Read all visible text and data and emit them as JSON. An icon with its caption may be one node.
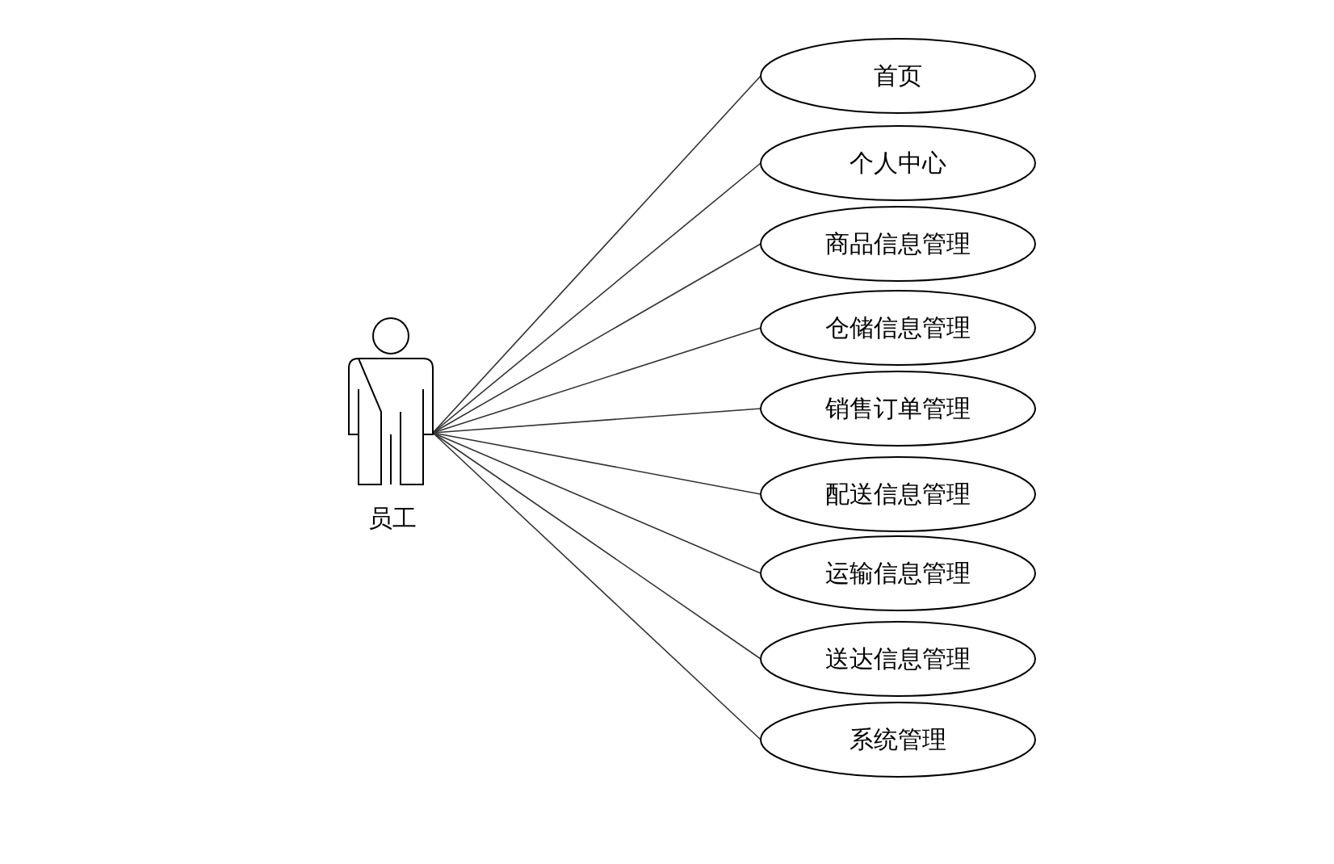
{
  "diagram": {
    "nodes": [
      {
        "text": [
          "员工"
        ]
      },
      {
        "text": [
          "首页"
        ]
      },
      {
        "text": [
          "个人中心"
        ]
      },
      {
        "text": [
          "商品信息管理"
        ]
      },
      {
        "text": [
          "仓储信息管理"
        ]
      },
      {
        "text": [
          "销售订单管理"
        ]
      },
      {
        "text": [
          "配送信息管理"
        ]
      },
      {
        "text": [
          "运输信息管理"
        ]
      },
      {
        "text": [
          "送达信息管理"
        ]
      },
      {
        "text": [
          "系统管理"
        ]
      }
    ],
    "edges": [
      {
        "from": 0,
        "to": 1,
        "arrow": "none"
      },
      {
        "from": 0,
        "to": 2,
        "arrow": "none"
      },
      {
        "from": 0,
        "to": 3,
        "arrow": "none"
      },
      {
        "from": 0,
        "to": 4,
        "arrow": "none"
      },
      {
        "from": 0,
        "to": 5,
        "arrow": "none"
      },
      {
        "from": 0,
        "to": 6,
        "arrow": "none"
      },
      {
        "from": 0,
        "to": 7,
        "arrow": "none"
      },
      {
        "from": 0,
        "to": 8,
        "arrow": "none"
      },
      {
        "from": 0,
        "to": 9,
        "arrow": "none"
      }
    ]
  }
}
